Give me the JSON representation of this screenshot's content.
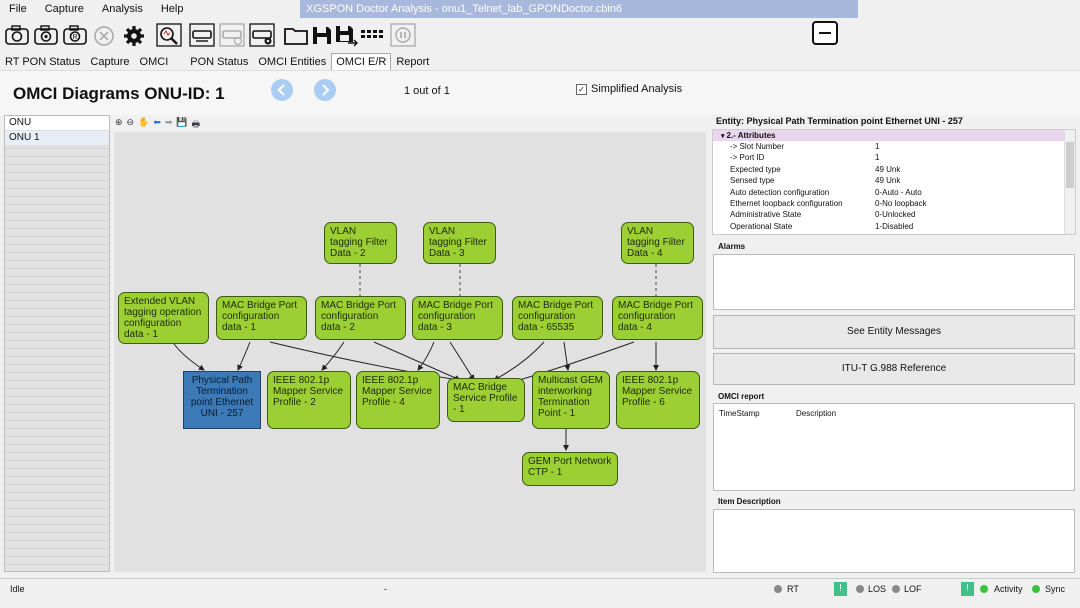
{
  "window": {
    "title": "XGSPON Doctor Analysis - onu1_Telnet_lab_GPONDoctor.cbin6"
  },
  "menu": [
    "File",
    "Capture",
    "Analysis",
    "Help"
  ],
  "toolbar": {
    "icons": [
      "camera-icon",
      "camera-record-icon",
      "camera-replay-icon",
      "stop-icon",
      "gear-icon",
      "search-analysis-icon",
      "device-icon",
      "device-add-icon",
      "device-settings-icon",
      "folder-icon",
      "save-icon",
      "save-as-icon",
      "grid-icon",
      "pause-icon"
    ]
  },
  "tabs": [
    {
      "label": "RT PON Status"
    },
    {
      "label": "Capture"
    },
    {
      "label": "OMCI"
    },
    {
      "label": "PON Status"
    },
    {
      "label": "OMCI Entities"
    },
    {
      "label": "OMCI E/R"
    },
    {
      "label": "Report"
    }
  ],
  "header": {
    "title": "OMCI Diagrams ONU-ID: 1",
    "page_info": "1 out of 1",
    "simplified_label": "Simplified Analysis",
    "simplified_checked": true
  },
  "left_list": {
    "items": [
      "ONU",
      "ONU 1"
    ]
  },
  "diagram": {
    "nodes": [
      {
        "id": "vlan2",
        "text": "VLAN tagging Filter Data - 2",
        "color": "green"
      },
      {
        "id": "vlan3",
        "text": "VLAN tagging Filter Data - 3",
        "color": "green"
      },
      {
        "id": "vlan4",
        "text": "VLAN tagging Filter Data - 4",
        "color": "green"
      },
      {
        "id": "evto",
        "text": "Extended VLAN tagging operation configuration data - 1",
        "color": "green"
      },
      {
        "id": "mbpcd1",
        "text": "MAC Bridge Port configuration data - 1",
        "color": "green"
      },
      {
        "id": "mbpcd2",
        "text": "MAC Bridge Port configuration data - 2",
        "color": "green"
      },
      {
        "id": "mbpcd3",
        "text": "MAC Bridge Port configuration data - 3",
        "color": "green"
      },
      {
        "id": "mbpcd65535",
        "text": "MAC Bridge Port configuration data - 65535",
        "color": "green"
      },
      {
        "id": "mbpcd4",
        "text": "MAC Bridge Port configuration data - 4",
        "color": "green"
      },
      {
        "id": "pptp",
        "text": "Physical Path Termination point Ethernet UNI - 257",
        "color": "blue"
      },
      {
        "id": "mapper2",
        "text": "IEEE 802.1p Mapper Service Profile - 2",
        "color": "green"
      },
      {
        "id": "mapper4",
        "text": "IEEE 802.1p Mapper Service Profile - 4",
        "color": "green"
      },
      {
        "id": "mbsp",
        "text": "MAC Bridge Service Profile - 1",
        "color": "green"
      },
      {
        "id": "mcast",
        "text": "Multicast GEM interworking Termination Point - 1",
        "color": "green"
      },
      {
        "id": "mapper6",
        "text": "IEEE 802.1p Mapper Service Profile - 6",
        "color": "green"
      },
      {
        "id": "gemctp",
        "text": "GEM Port Network CTP - 1",
        "color": "green"
      }
    ]
  },
  "entity": {
    "title": "Entity: Physical Path Termination point Ethernet UNI - 257",
    "section": "2.- Attributes",
    "attributes": [
      {
        "key": "-> Slot Number",
        "value": "1"
      },
      {
        "key": "-> Port ID",
        "value": "1"
      },
      {
        "key": "Expected type",
        "value": "49 Unk"
      },
      {
        "key": "Sensed type",
        "value": "49 Unk"
      },
      {
        "key": "Auto detection configuration",
        "value": "0-Auto - Auto"
      },
      {
        "key": "Ethernet loopback configuration",
        "value": "0-No loopback"
      },
      {
        "key": "Administrative State",
        "value": "0-Unlocked"
      },
      {
        "key": "Operational State",
        "value": "1-Disabled"
      }
    ]
  },
  "alarms": {
    "label": "Alarms"
  },
  "buttons": {
    "see_entity": "See Entity Messages",
    "itu_ref": "ITU-T G.988 Reference"
  },
  "omci_report": {
    "label": "OMCI report",
    "col_timestamp": "TimeStamp",
    "col_description": "Description"
  },
  "item_description": {
    "label": "Item Description"
  },
  "statusbar": {
    "status": "Idle",
    "center": "-",
    "rt": "RT",
    "los": "LOS",
    "lof": "LOF",
    "activity": "Activity",
    "sync": "Sync",
    "colors": {
      "green": "#3ac23a",
      "gray": "#888888",
      "indicator": "#42c08a"
    }
  }
}
